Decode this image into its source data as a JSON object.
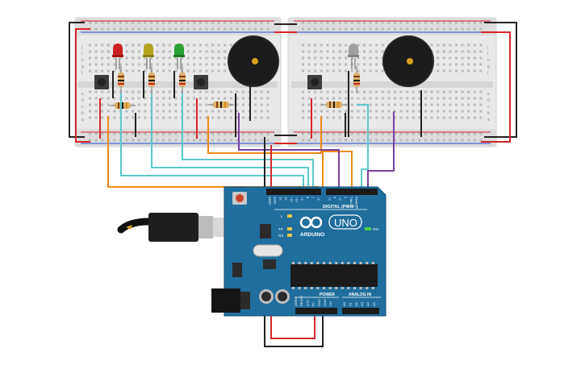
{
  "arduino": {
    "logo": "ARDUINO",
    "model": "UNO",
    "digital_label": "DIGITAL (PWM~)",
    "analog_label": "ANALOG IN",
    "power_label": "POWER",
    "on_label": "ON",
    "led_labels": [
      "L",
      "TX",
      "RX"
    ],
    "digital_pins": [
      "AREF",
      "GND",
      "13",
      "12",
      "~11",
      "~10",
      "~9",
      "8",
      "7",
      "~6",
      "~5",
      "4",
      "~3",
      "2",
      "TX▸1",
      "RX◂0"
    ],
    "power_pins": [
      "IOREF",
      "RESET",
      "3.3V",
      "5V",
      "GND",
      "GND",
      "Vin"
    ],
    "analog_pins": [
      "A0",
      "A1",
      "A2",
      "A3",
      "A4",
      "A5"
    ]
  },
  "breadboards": {
    "left_row_letters": [
      "j",
      "i",
      "h",
      "g",
      "f",
      "e",
      "d",
      "c",
      "b",
      "a"
    ],
    "right_row_letters": [
      "j",
      "i",
      "h",
      "g",
      "f",
      "e",
      "d",
      "c",
      "b",
      "a"
    ]
  },
  "colors": {
    "board_blue": "#1f6e9e",
    "led_red": "#cc1f1f",
    "led_yellow": "#b5a21c",
    "led_green": "#2aa035",
    "led_grey": "#a0a0a0",
    "wire_orange": "#ef8a18",
    "wire_cyan": "#5ec8cc",
    "wire_purple": "#7b3fa0",
    "wire_red": "#d6252a",
    "wire_black": "#222222"
  }
}
